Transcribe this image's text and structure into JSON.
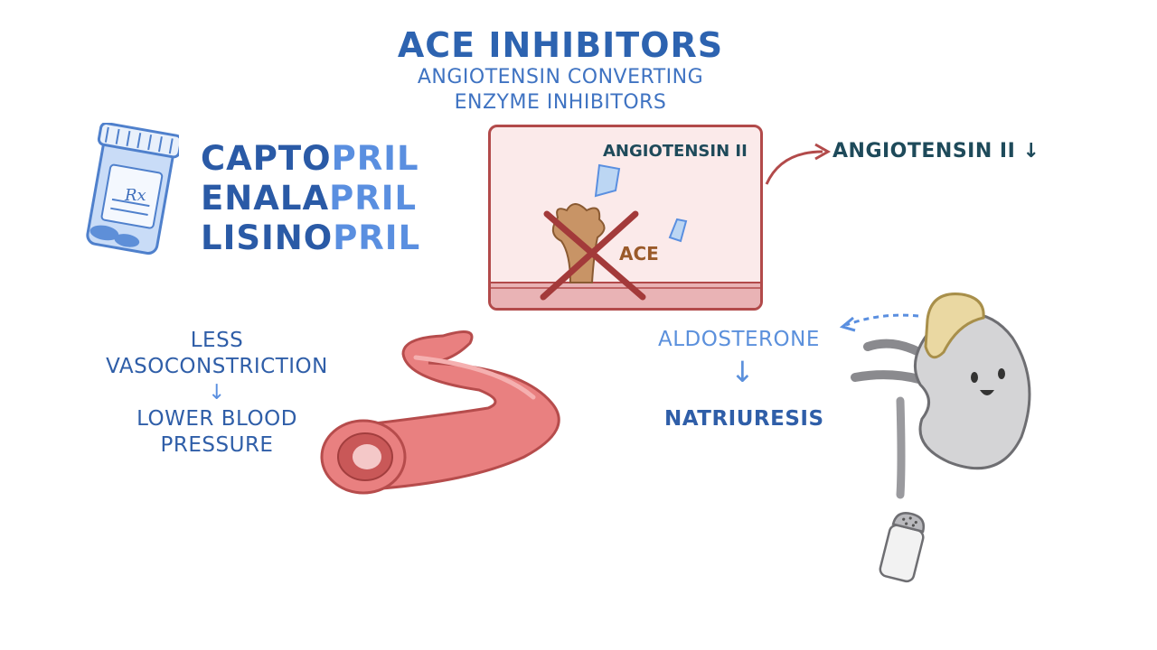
{
  "header": {
    "title": "ACE INHIBITORS",
    "subtitle_line1": "ANGIOTENSIN CONVERTING",
    "subtitle_line2": "ENZYME INHIBITORS"
  },
  "drugs": [
    {
      "stem": "CAPTO",
      "suffix": "PRIL"
    },
    {
      "stem": "ENALA",
      "suffix": "PRIL"
    },
    {
      "stem": "LISINO",
      "suffix": "PRIL"
    }
  ],
  "pill_bottle": {
    "label": "Rx"
  },
  "inset": {
    "label": "ANGIOTENSIN II",
    "enzyme_label": "ACE"
  },
  "effect": {
    "text": "ANGIOTENSIN II",
    "arrow": "↓"
  },
  "vessel_effects": {
    "line1": "LESS",
    "line2": "VASOCONSTRICTION",
    "arrow": "↓",
    "line3": "LOWER BLOOD",
    "line4": "PRESSURE"
  },
  "kidney_effects": {
    "hormone": "ALDOSTERONE",
    "arrow": "↓",
    "result": "NATRIURESIS"
  },
  "colors": {
    "title_blue": "#2d63b0",
    "light_blue": "#5a8fe0",
    "vessel_red": "#e47a7a",
    "inset_border": "#b24a4a",
    "kidney_gray": "#cfcfd1",
    "adrenal_yellow": "#e9d9a6"
  }
}
